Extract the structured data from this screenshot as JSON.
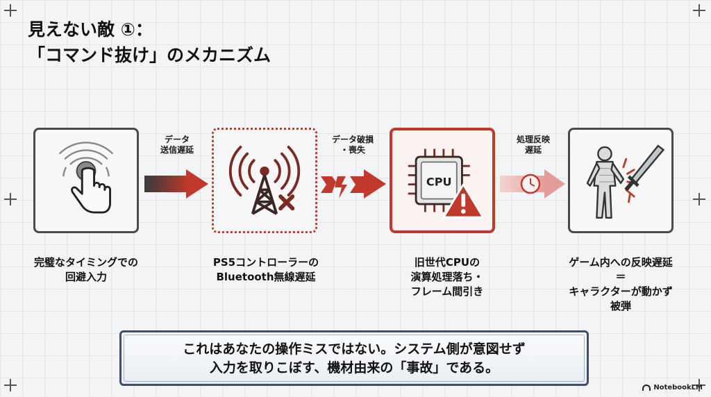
{
  "title": {
    "line1": "見えない敵 ①：",
    "line2": "「コマンド抜け」のメカニズム"
  },
  "arrows": [
    {
      "lines": [
        "データ",
        "送信遅延"
      ],
      "color": "#c0392b"
    },
    {
      "lines": [
        "データ破損",
        "・喪失"
      ],
      "color": "#c0392b"
    },
    {
      "lines": [
        "処理反映",
        "遅延"
      ],
      "color": "#e8a7a7"
    }
  ],
  "stages": [
    {
      "icon": "touch-finger-icon",
      "caption": [
        "完璧なタイミングでの",
        "回避入力"
      ]
    },
    {
      "icon": "signal-tower-error-icon",
      "caption": [
        "PS5コントローラーの",
        "Bluetooth無線遅延"
      ]
    },
    {
      "icon": "cpu-warning-icon",
      "icon_text": "CPU",
      "caption": [
        "旧世代CPUの",
        "演算処理落ち・",
        "フレーム間引き"
      ]
    },
    {
      "icon": "character-hit-icon",
      "caption": [
        "ゲーム内への反映遅延",
        "＝",
        "キャラクターが動かず",
        "被弾"
      ]
    }
  ],
  "message": {
    "line1": "これはあなたの操作ミスではない。システム側が意図せず",
    "line2": "入力を取りこぼす、機材由来の「事故」である。"
  },
  "brand": "NotebookLM",
  "colors": {
    "accent": "#c0392b",
    "dark_arrow": "#3b3b3b",
    "frame": "#4a4a4a",
    "message_border": "#3d4f6a"
  }
}
